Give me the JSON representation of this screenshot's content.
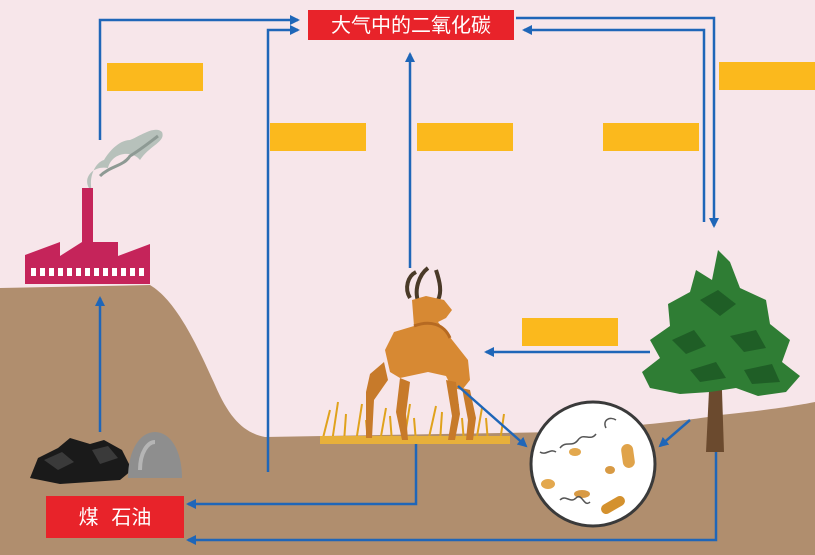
{
  "nodes": {
    "atmosphere_co2": "大气中的二氧化碳",
    "fossil_fuels": "煤  石油"
  },
  "answer_blanks": [
    {
      "id": "combustion",
      "text": ""
    },
    {
      "id": "fossil-to-air",
      "text": ""
    },
    {
      "id": "animal-respiration",
      "text": ""
    },
    {
      "id": "plant-respiration",
      "text": ""
    },
    {
      "id": "photosynthesis",
      "text": ""
    },
    {
      "id": "feeding",
      "text": ""
    }
  ],
  "colors": {
    "sky": "#f7e6ea",
    "ground": "#b08e6e",
    "arrow": "#1f66b8",
    "label_red": "#e8232a",
    "blank_yellow": "#fbb91d",
    "factory": "#c5245a",
    "tree": "#2f7d34"
  },
  "icons": [
    "factory-icon",
    "smoke-icon",
    "coal-icon",
    "oil-icon",
    "antelope-icon",
    "tree-icon",
    "microorganisms-icon"
  ]
}
